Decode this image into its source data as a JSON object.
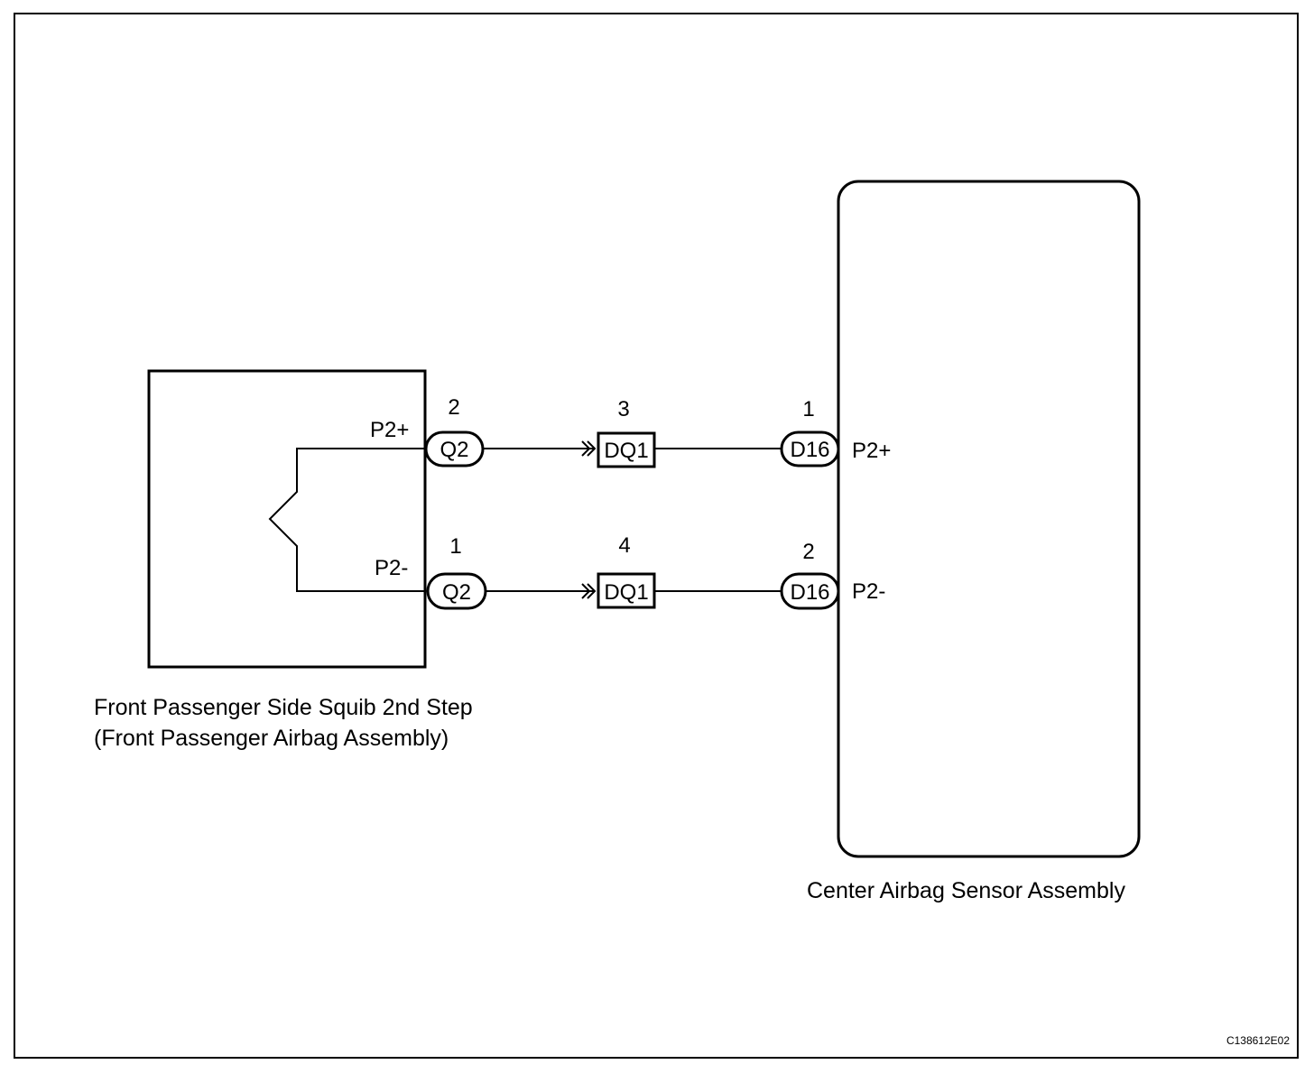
{
  "components": {
    "squib": {
      "name_line1": "Front Passenger Side Squib 2nd Step",
      "name_line2": "(Front Passenger Airbag Assembly)",
      "terminal_plus": "P2+",
      "terminal_minus": "P2-"
    },
    "sensor": {
      "name": "Center Airbag Sensor Assembly",
      "terminal_plus": "P2+",
      "terminal_minus": "P2-"
    }
  },
  "connectors": {
    "q2_top": {
      "id": "Q2",
      "pin": "2"
    },
    "q2_bottom": {
      "id": "Q2",
      "pin": "1"
    },
    "dq1_top": {
      "id": "DQ1",
      "pin": "3"
    },
    "dq1_bottom": {
      "id": "DQ1",
      "pin": "4"
    },
    "d16_top": {
      "id": "D16",
      "pin": "1"
    },
    "d16_bottom": {
      "id": "D16",
      "pin": "2"
    }
  },
  "figure_code": "C138612E02"
}
